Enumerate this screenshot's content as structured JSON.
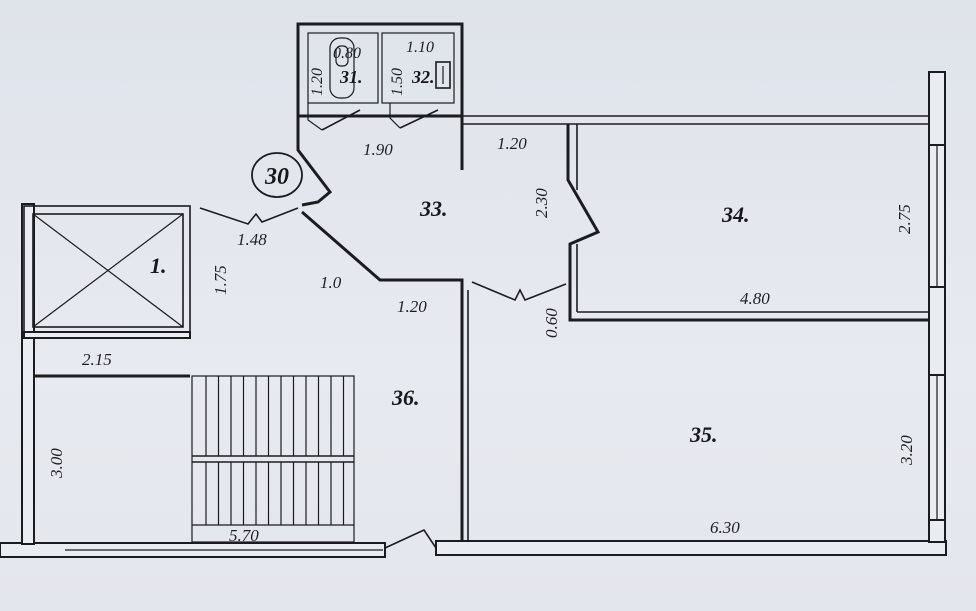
{
  "plan": {
    "marker": "30",
    "rooms": {
      "r1": "1.",
      "r31": "31.",
      "r32": "32.",
      "r33": "33.",
      "r34": "34.",
      "r35": "35.",
      "r36": "36."
    },
    "dims": {
      "d080": "0.80",
      "d110": "1.10",
      "d120a": "1.20",
      "d150": "1.50",
      "d190": "1.90",
      "d120b": "1.20",
      "d230": "2.30",
      "d148": "1.48",
      "d175": "1.75",
      "d10": "1.0",
      "d120c": "1.20",
      "d060": "0.60",
      "d275": "2.75",
      "d480": "4.80",
      "d215": "2.15",
      "d300": "3.00",
      "d320": "3.20",
      "d570": "5.70",
      "d630": "6.30"
    }
  }
}
